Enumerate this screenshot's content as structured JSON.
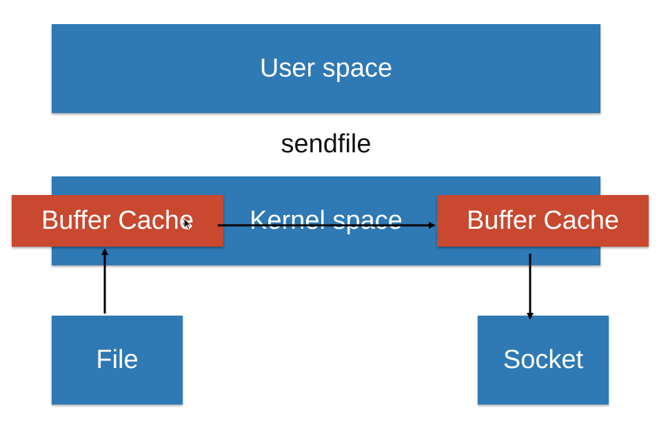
{
  "diagram": {
    "user_space_label": "User space",
    "sendfile_label": "sendfile",
    "kernel_space_label": "Kernel space",
    "buffer_cache_left_label": "Buffer Cache",
    "buffer_cache_right_label": "Buffer Cache",
    "file_label": "File",
    "socket_label": "Socket"
  },
  "colors": {
    "blue_box": "#2f79b4",
    "red_box": "#c8492f",
    "arrow": "#000000",
    "label_text": "#111111"
  },
  "icons": {
    "cursor": "mouse-pointer-icon"
  }
}
